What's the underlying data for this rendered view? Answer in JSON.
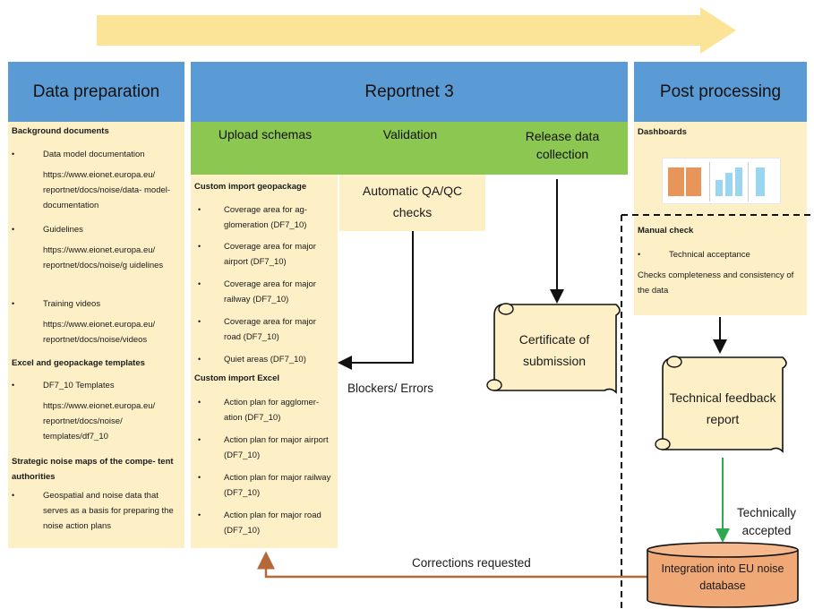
{
  "columns": {
    "data_preparation": "Data preparation",
    "reportnet": "Reportnet 3",
    "post_processing": "Post processing"
  },
  "reportnet_steps": {
    "upload": "Upload schemas",
    "validation": "Validation",
    "release": "Release data collection"
  },
  "data_prep": {
    "background_title": "Background documents",
    "dm_doc": "Data model documentation",
    "dm_url": "https://www.eionet.europa.eu/ reportnet/docs/noise/data- model-documentation",
    "guidelines": "Guidelines",
    "guidelines_url": "https://www.eionet.europa.eu/ reportnet/docs/noise/g uidelines",
    "training": "Training videos",
    "training_url": "https://www.eionet.europa.eu/ reportnet/docs/noise/videos",
    "templates_title": "Excel and geopackage templates",
    "df7": "DF7_10 Templates",
    "df7_url": "https://www.eionet.europa.eu/ reportnet/docs/noise/ templates/df7_10",
    "strategic_title": "Strategic noise maps of the compe- tent authorities",
    "strategic_text": "Geospatial and noise data that serves as a basis for preparing the noise action plans"
  },
  "upload": {
    "geopackage_title": "Custom import geopackage",
    "geopackage_items": [
      "Coverage area for ag- glomeration (DF7_10)",
      "Coverage area for major airport (DF7_10)",
      "Coverage area for major railway (DF7_10)",
      "Coverage area for major road (DF7_10)",
      "Quiet areas (DF7_10)"
    ],
    "excel_title": "Custom import Excel",
    "excel_items": [
      "Action plan for agglomer- ation (DF7_10)",
      "Action plan for major airport (DF7_10)",
      "Action plan for major railway (DF7_10)",
      "Action plan for major road (DF7_10)"
    ]
  },
  "validation_box": "Automatic QA/QC checks",
  "blockers_label": "Blockers/ Errors",
  "certificate": "Certificate of submission",
  "post": {
    "dashboards_title": "Dashboards",
    "manual_title": "Manual check",
    "technical_acceptance": "Technical acceptance",
    "checks_text": "Checks completeness and consistency of the data"
  },
  "feedback_report": "Technical feedback report",
  "technically_accepted": "Technically accepted",
  "integration": "Integration into EU noise database",
  "corrections": "Corrections requested",
  "colors": {
    "header_blue": "#5b9bd5",
    "green": "#8cc751",
    "cream": "#fdf0c7",
    "arrow_yellow": "#fbe497",
    "orange": "#f0a877",
    "brown_arrow": "#b5683a",
    "green_arrow": "#2fa84f"
  }
}
